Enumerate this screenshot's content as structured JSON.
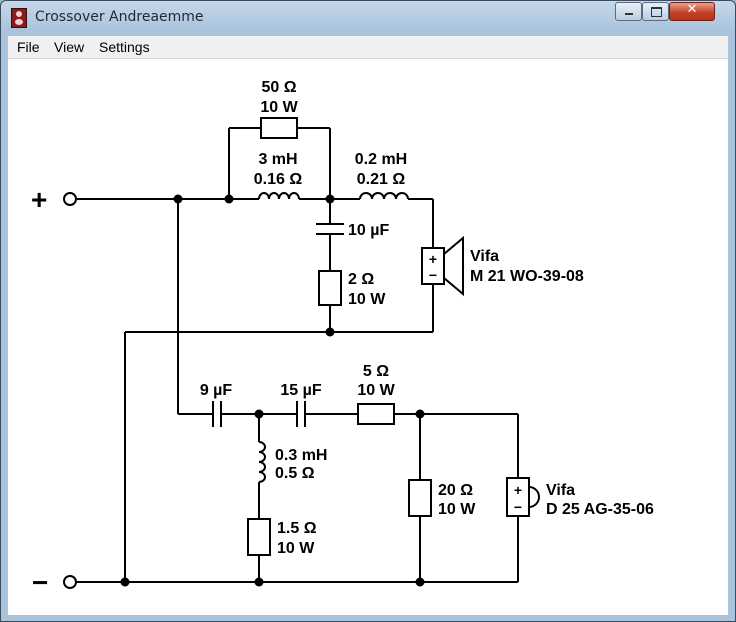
{
  "window": {
    "title": "Crossover Andreaemme",
    "close_glyph": "✕"
  },
  "menu": {
    "items": [
      "File",
      "View",
      "Settings"
    ]
  },
  "circuit": {
    "terminals": {
      "positive": "+",
      "negative": "−"
    },
    "woofer_section": {
      "parallel_resistor": {
        "value": "50 Ω",
        "power": "10 W"
      },
      "inductor_1": {
        "value": "3 mH",
        "resistance": "0.16 Ω"
      },
      "inductor_2": {
        "value": "0.2 mH",
        "resistance": "0.21 Ω"
      },
      "capacitor": {
        "value": "10 µF"
      },
      "resistor": {
        "value": "2 Ω",
        "power": "10 W"
      },
      "driver": {
        "brand": "Vifa",
        "model": "M 21 WO-39-08"
      }
    },
    "tweeter_section": {
      "capacitor_1": {
        "value": "9 µF"
      },
      "capacitor_2": {
        "value": "15 µF"
      },
      "series_resistor": {
        "value": "5 Ω",
        "power": "10 W"
      },
      "inductor": {
        "value": "0.3 mH",
        "resistance": "0.5 Ω"
      },
      "shunt_resistor_1": {
        "value": "1.5 Ω",
        "power": "10 W"
      },
      "shunt_resistor_2": {
        "value": "20 Ω",
        "power": "10 W"
      },
      "driver": {
        "brand": "Vifa",
        "model": "D 25 AG-35-06"
      }
    },
    "polarity_plus": "+",
    "polarity_minus": "−"
  }
}
